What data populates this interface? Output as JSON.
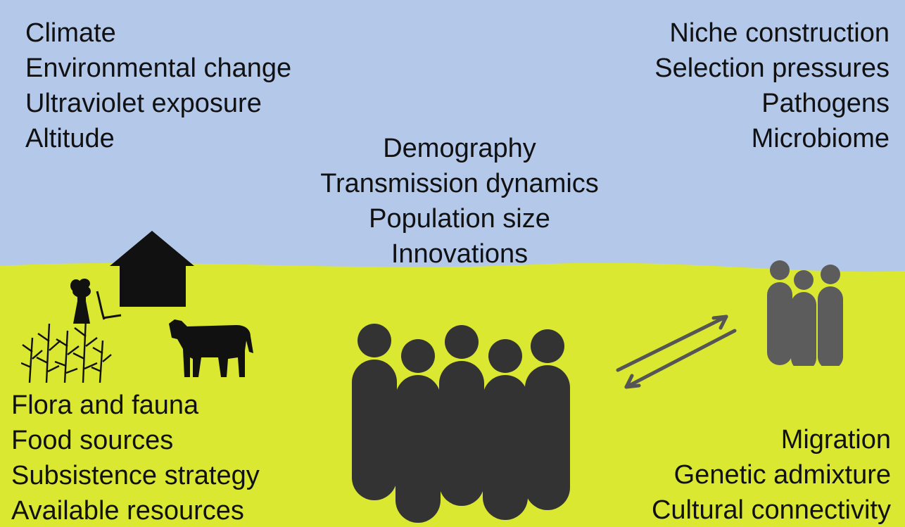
{
  "colors": {
    "sky": "#b4c8ea",
    "ground": "#dae832",
    "silhouette": "#111111",
    "people": "#333333",
    "people_far": "#5c5c5c",
    "arrow": "#555555"
  },
  "top_left": [
    "Climate",
    "Environmental change",
    "Ultraviolet exposure",
    "Altitude"
  ],
  "top_right": [
    "Niche construction",
    "Selection pressures",
    "Pathogens",
    "Microbiome"
  ],
  "center": [
    "Demography",
    "Transmission dynamics",
    "Population size",
    "Innovations"
  ],
  "bottom_left": [
    "Flora and fauna",
    "Food sources",
    "Subsistence strategy",
    "Available resources"
  ],
  "bottom_right": [
    "Migration",
    "Genetic admixture",
    "Cultural connectivity"
  ],
  "icons": [
    "barn-icon",
    "wheat-sheaf-icon",
    "scythe-icon",
    "corn-crop-icon",
    "cow-icon",
    "large-population-icon",
    "small-population-icon",
    "migration-arrows-icon"
  ]
}
